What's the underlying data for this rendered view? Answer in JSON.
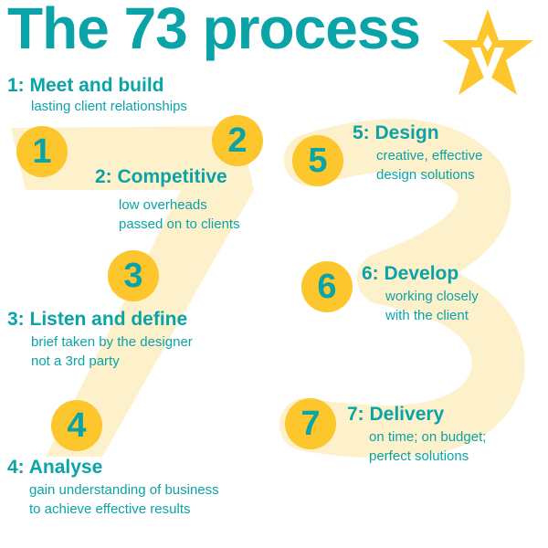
{
  "title": "The 73 process",
  "background_numeral": "73",
  "colors": {
    "teal": "#0aa3a8",
    "yellow": "#fcc62c",
    "pale_yellow": "#fdf1cc"
  },
  "logo": {
    "icon": "star-v-logo-icon"
  },
  "steps": [
    {
      "number": "1",
      "title": "1: Meet and build",
      "desc": [
        "lasting client relationships"
      ]
    },
    {
      "number": "2",
      "title": "2: Competitive",
      "desc": [
        "low overheads",
        "passed on to clients"
      ]
    },
    {
      "number": "3",
      "title": "3: Listen and define",
      "desc": [
        "brief taken by the designer",
        "not a 3rd party"
      ]
    },
    {
      "number": "4",
      "title": "4: Analyse",
      "desc": [
        "gain understanding of business",
        "to achieve effective results"
      ]
    },
    {
      "number": "5",
      "title": "5: Design",
      "desc": [
        "creative, effective",
        "design solutions"
      ]
    },
    {
      "number": "6",
      "title": "6: Develop",
      "desc": [
        "working closely",
        "with the client"
      ]
    },
    {
      "number": "7",
      "title": "7: Delivery",
      "desc": [
        "on time; on budget;",
        "perfect solutions"
      ]
    }
  ]
}
